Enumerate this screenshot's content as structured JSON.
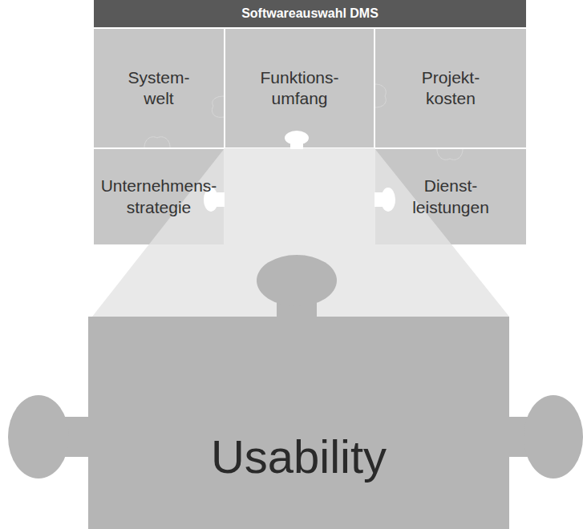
{
  "diagram": {
    "title": "Softwareauswahl DMS",
    "nodes": [
      {
        "text": [
          "System- welt"
        ]
      },
      {
        "text": [
          "Funktions- umfang"
        ]
      },
      {
        "text": [
          "Projekt- kosten"
        ]
      },
      {
        "text": [
          "Unternehmens- strategie"
        ]
      },
      {
        "text": [
          "Dienst- leistungen"
        ]
      },
      {
        "text": [
          "Usability"
        ]
      }
    ]
  }
}
